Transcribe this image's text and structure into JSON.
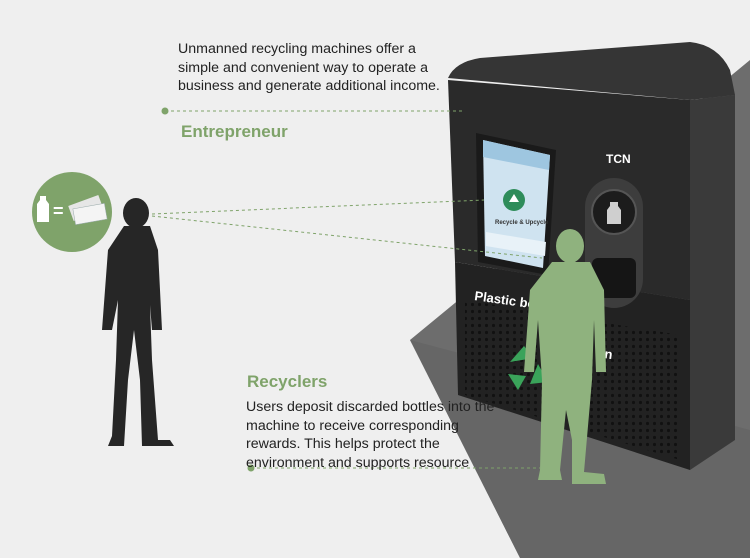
{
  "entrepreneur": {
    "heading": "Entrepreneur",
    "text": "Unmanned recycling machines offer a simple and convenient way to operate a business and generate additional income."
  },
  "recyclers": {
    "heading": "Recyclers",
    "text": "Users deposit discarded bottles into the machine to receive corresponding rewards. This helps protect the environment and supports resource"
  },
  "machine": {
    "brand": "TCN",
    "front_label": "Plastic bo",
    "front_label_tail": "n",
    "screen_caption": "Recycle & Upcycle"
  },
  "colors": {
    "accent_green": "#7fa36a",
    "silhouette_dark": "#2a2a2a",
    "silhouette_green": "#8fb27e",
    "machine_body": "#2b2b2b",
    "floor": "#6b6b6b"
  },
  "icons": [
    "bottle-equals-money-icon",
    "recycle-icon",
    "bottle-slot-icon"
  ]
}
